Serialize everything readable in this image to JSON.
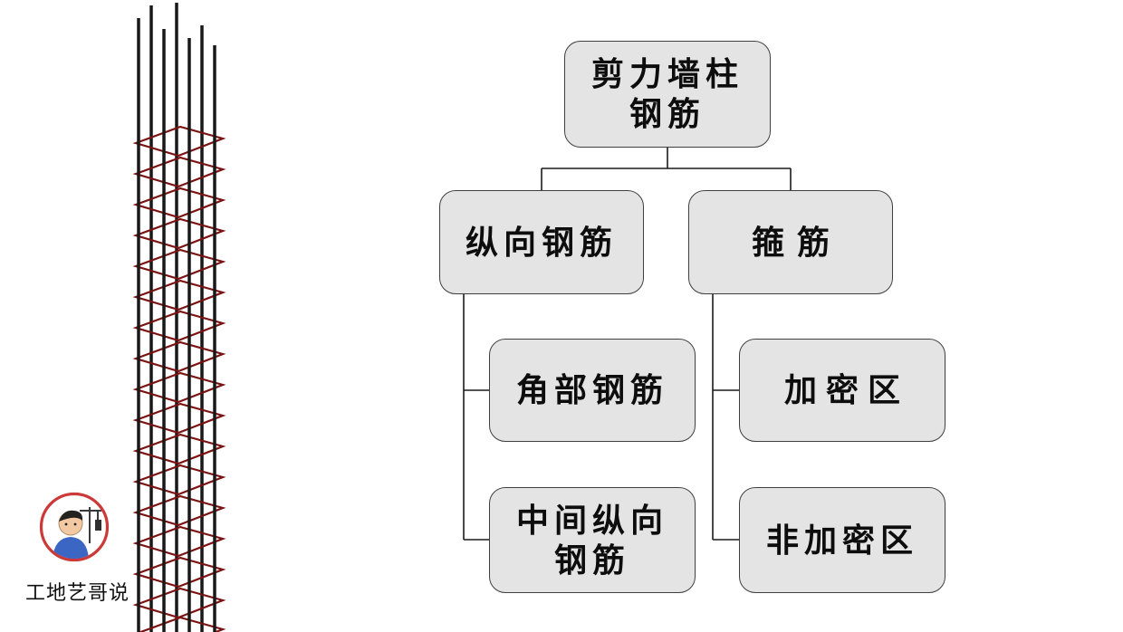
{
  "page": {
    "background": "#ffffff"
  },
  "flowchart": {
    "box_fill": "#e4e4e4",
    "box_border": "#3f3f3f",
    "connector_color": "#1a1a1a",
    "nodes": {
      "root": {
        "lines": [
          "剪力墙柱",
          "钢筋"
        ]
      },
      "longitudinal": {
        "lines": [
          "纵向钢筋"
        ]
      },
      "stirrup": {
        "lines": [
          "箍筋"
        ]
      },
      "corner": {
        "lines": [
          "角部钢筋"
        ]
      },
      "middle": {
        "lines": [
          "中间纵向",
          "钢筋"
        ]
      },
      "dense": {
        "lines": [
          "加密区"
        ]
      },
      "non_dense": {
        "lines": [
          "非加密区"
        ]
      }
    }
  },
  "illustration": {
    "name": "rebar-column",
    "bar_color": "#181818",
    "stirrup_color": "#7a1212"
  },
  "watermark": {
    "label": "工地艺哥说",
    "avatar_border": "#cc3939"
  }
}
